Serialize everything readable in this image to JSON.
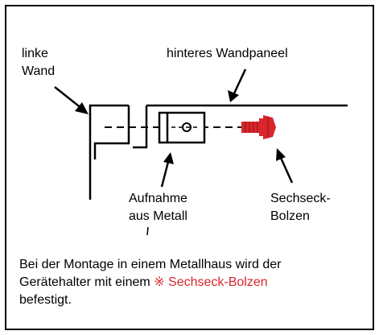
{
  "labels": {
    "left_wall": [
      "linke",
      "Wand"
    ],
    "rear_panel": "hinteres Wandpaneel",
    "metal_mount": [
      "Aufnahme",
      "aus Metall"
    ],
    "hex_bolt": [
      "Sechseck-",
      "Bolzen"
    ]
  },
  "caption": {
    "line1": "Bei der Montage in einem Metallhaus wird der",
    "line2_prefix": "Gerätehalter mit einem ",
    "mark": "※",
    "bolt_name": " Sechseck-Bolzen",
    "line3": "befestigt."
  },
  "colors": {
    "bolt": "#d9262c",
    "bolt_dark": "#8a1216",
    "accent_text": "#d9262c"
  }
}
